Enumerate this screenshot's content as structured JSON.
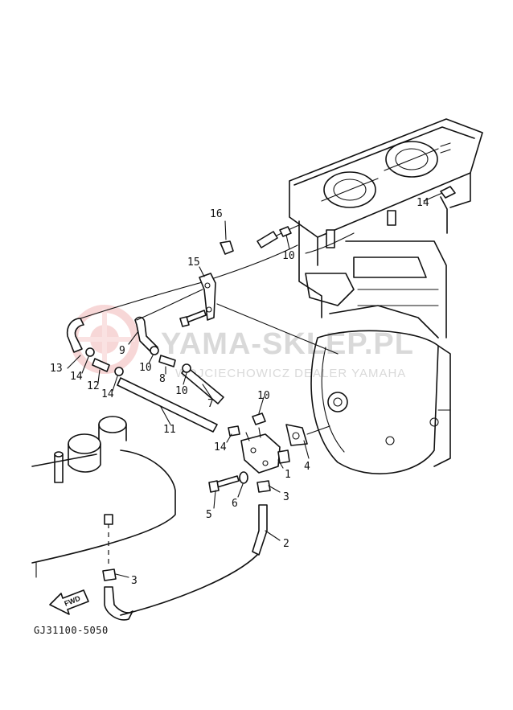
{
  "diagram": {
    "callouts": {
      "c1": "1",
      "c2": "2",
      "c3a": "3",
      "c3b": "3",
      "c4": "4",
      "c5": "5",
      "c6": "6",
      "c7": "7",
      "c8": "8",
      "c9": "9",
      "c10a": "10",
      "c10b": "10",
      "c10c": "10",
      "c10d": "10",
      "c11": "11",
      "c12": "12",
      "c13": "13",
      "c14a": "14",
      "c14b": "14",
      "c14c": "14",
      "c14d": "14",
      "c15": "15",
      "c16": "16"
    },
    "fwd_label": "FWD",
    "drawing_code": "GJ31100-5050"
  },
  "watermark": {
    "brand": "YAMA-SKLEP.PL",
    "tagline": "WOJCIECHOWICZ DEALER YAMAHA",
    "color": "#d9d9d9",
    "logo_color": "#f2b8b8"
  }
}
